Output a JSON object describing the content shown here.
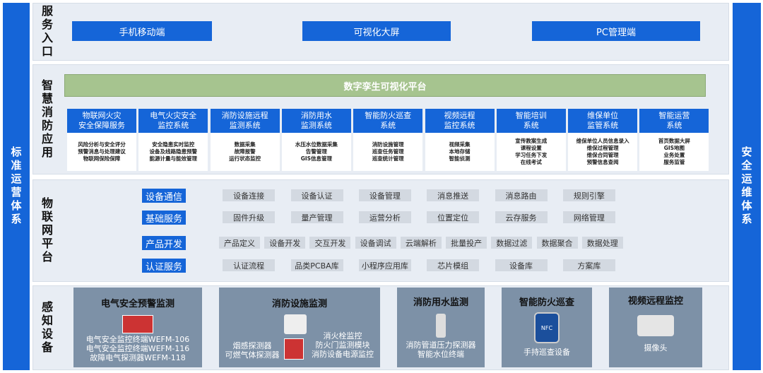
{
  "left_bar": "标准运营体系",
  "right_bar": "安全运维体系",
  "service": {
    "label": "服务入口",
    "buttons": [
      "手机移动端",
      "可视化大屏",
      "PC管理端"
    ]
  },
  "smart": {
    "label": "智慧消防应用",
    "platform": "数字孪生可视化平台",
    "cards": [
      {
        "title": [
          "物联网火灾",
          "安全保障服务"
        ],
        "items": [
          "风险分析与安全评分",
          "预警消息与处理建议",
          "物联网保险保障"
        ]
      },
      {
        "title": [
          "电气火灾安全",
          "监控系统"
        ],
        "items": [
          "安全隐患实时监控",
          "设备及线路隐患预警",
          "能源计量与能效管理"
        ]
      },
      {
        "title": [
          "消防设施远程",
          "监测系统"
        ],
        "items": [
          "数据采集",
          "故障报警",
          "运行状态监控"
        ]
      },
      {
        "title": [
          "消防用水",
          "监测系统"
        ],
        "items": [
          "水压水位数据采集",
          "告警管理",
          "GIS信息管理"
        ]
      },
      {
        "title": [
          "智能防火巡查",
          "系统"
        ],
        "items": [
          "消防设施管理",
          "巡查任务管理",
          "巡查统计管理"
        ]
      },
      {
        "title": [
          "视频远程",
          "监控系统"
        ],
        "items": [
          "视频采集",
          "本地存储",
          "智能侦测"
        ]
      },
      {
        "title": [
          "智能培训",
          "系统"
        ],
        "items": [
          "宣传教案生成",
          "课程设置",
          "学习任务下发",
          "在线考试"
        ]
      },
      {
        "title": [
          "维保单位",
          "监管系统"
        ],
        "items": [
          "维保单位人员信息录入",
          "维保过程管理",
          "维保合同管理",
          "预警信息查阅"
        ]
      },
      {
        "title": [
          "智能运营",
          "系统"
        ],
        "items": [
          "首页数据大屏",
          "GIS地图",
          "业务处置",
          "服务监管"
        ]
      }
    ]
  },
  "iot": {
    "label": "物联网平台",
    "rows": [
      {
        "name": "设备通信",
        "tags": [
          "设备连接",
          "设备认证",
          "设备管理",
          "消息推送",
          "消息路由",
          "规则引擎"
        ]
      },
      {
        "name": "基础服务",
        "tags": [
          "固件升级",
          "量产管理",
          "运营分析",
          "位置定位",
          "云存服务",
          "网络管理"
        ]
      },
      {
        "name": "产品开发",
        "tags": [
          "产品定义",
          "设备开发",
          "交互开发",
          "设备调试",
          "云端解析",
          "批量投产",
          "数据过滤",
          "数据聚合",
          "数据处理"
        ]
      },
      {
        "name": "认证服务",
        "tags": [
          "认证流程",
          "品类PCBA库",
          "小程序应用库",
          "芯片模组",
          "设备库",
          "方案库"
        ]
      }
    ]
  },
  "sense": {
    "label": "感知设备",
    "panels": [
      {
        "title": "电气安全预警监测",
        "items": [
          "电气安全监控终端WEFM-106",
          "电气安全监控终端WEFM-116",
          "故障电气探测器WEFM-118"
        ]
      },
      {
        "title": "消防设施监测",
        "left": [
          "烟感探测器",
          "可燃气体探测器"
        ],
        "right": [
          "消火栓监控",
          "防火门监测模块",
          "消防设备电源监控"
        ]
      },
      {
        "title": "消防用水监测",
        "items": [
          "消防管道压力探测器",
          "智能水位终端"
        ]
      },
      {
        "title": "智能防火巡查",
        "items": [
          "手持巡查设备"
        ],
        "badge": "NFC"
      },
      {
        "title": "视频远程监控",
        "items": [
          "摄像头"
        ]
      }
    ]
  }
}
